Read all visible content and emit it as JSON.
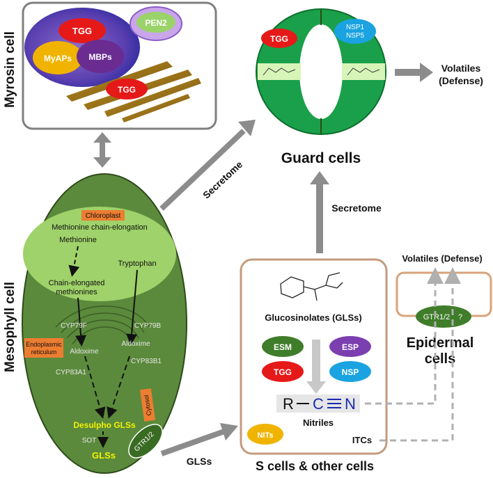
{
  "side_labels": {
    "myrosin_cell": "Myrosin cell",
    "mesophyll_cell": "Mesophyll cell"
  },
  "myrosin_box": {
    "tgg": "TGG",
    "pen2": "PEN2",
    "myaps": "MyAPs",
    "mbps": "MBPs",
    "tgg_er": "TGG"
  },
  "guard_cells": {
    "tgg": "TGG",
    "nsp1": "NSP1",
    "nsp5": "NSP5",
    "title": "Guard cells",
    "volatiles_line1": "Volatiles",
    "volatiles_line2": "(Defense)"
  },
  "arrows": {
    "secretome_diagonal": "Secretome",
    "secretome_vertical": "Secretome",
    "glss": "GLSs"
  },
  "mesophyll": {
    "chloroplast": "Chloroplast",
    "methionine_chain_elongation": "Methionine chain-elongation",
    "methionine": "Methionine",
    "tryptophan": "Tryptophan",
    "chain_elongated_1": "Chain-elongated",
    "chain_elongated_2": "methionines",
    "cyp79f": "CYP79F",
    "cyp79b": "CYP79B",
    "er_line1": "Endoplasmic",
    "er_line2": "reticulum",
    "aldoxime_left": "Aldoxime",
    "aldoxime_right": "Aldoxime",
    "cyp83b1": "CYP83B1",
    "cyp83a1": "CYP83A1",
    "cytosol": "Cytosol",
    "desulpho_glss": "Desulpho GLSs",
    "sot": "SOT",
    "glss": "GLSs",
    "gtr": "GTR1/2"
  },
  "s_cells": {
    "glucosinolates": "Glucosinolates (GLSs)",
    "esm": "ESM",
    "esp": "ESP",
    "tgg": "TGG",
    "nsp": "NSP",
    "nitrile_r": "R",
    "nitrile_c": "C",
    "nitrile_n": "N",
    "nitriles": "Nitriles",
    "nits": "NITs",
    "itcs": "ITCs",
    "title": "S cells & other cells"
  },
  "epidermal": {
    "volatiles": "Volatiles (Defense)",
    "gtr": "GTR1/2",
    "question": "?",
    "title_line1": "Epidermal",
    "title_line2": "cells"
  },
  "colors": {
    "guard_green": "#1aa04a",
    "mesophyll_green": "#5b8a3c",
    "chloroplast_green": "#9fd26a",
    "tgg_red": "#e61919",
    "myaps_yellow": "#f0b400",
    "mbps_purple": "#6a2c91",
    "nsp_blue": "#1aa3e0",
    "esm_green": "#3f7d2a",
    "box_brown": "#c49a7c",
    "arrow_gray": "#8c8c8c"
  }
}
